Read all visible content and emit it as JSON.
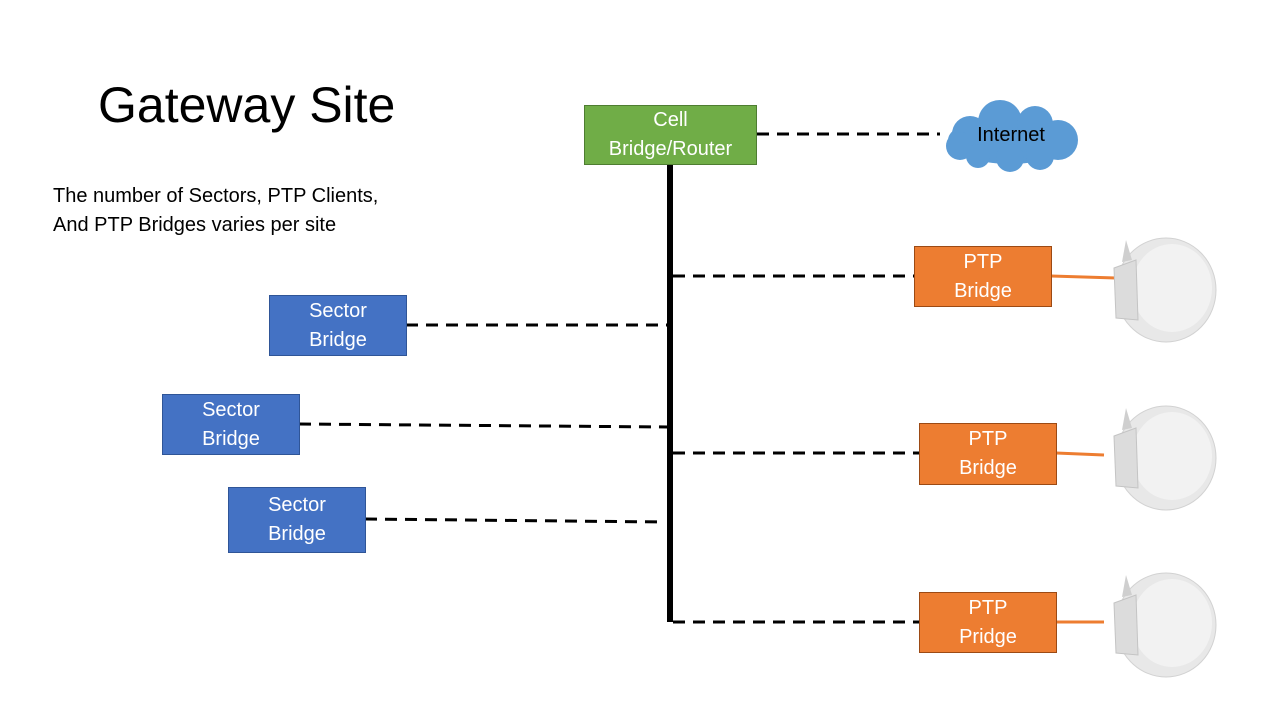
{
  "title": "Gateway Site",
  "note": {
    "line1": "The number of Sectors, PTP Clients,",
    "line2": "And PTP Bridges varies per site"
  },
  "cell_router": {
    "line1": "Cell",
    "line2": "Bridge/Router",
    "color": "#70ad47"
  },
  "internet": {
    "label": "Internet",
    "color": "#5b9bd5"
  },
  "sector_bridges": [
    {
      "line1": "Sector",
      "line2": "Bridge"
    },
    {
      "line1": "Sector",
      "line2": "Bridge"
    },
    {
      "line1": "Sector",
      "line2": "Bridge"
    }
  ],
  "ptp_bridges": [
    {
      "line1": "PTP",
      "line2": "Bridge"
    },
    {
      "line1": "PTP",
      "line2": "Bridge"
    },
    {
      "line1": "PTP",
      "line2": "Pridge"
    }
  ],
  "colors": {
    "sector": "#4472c4",
    "ptp": "#ed7d31",
    "antenna": "#e6e6e6"
  }
}
